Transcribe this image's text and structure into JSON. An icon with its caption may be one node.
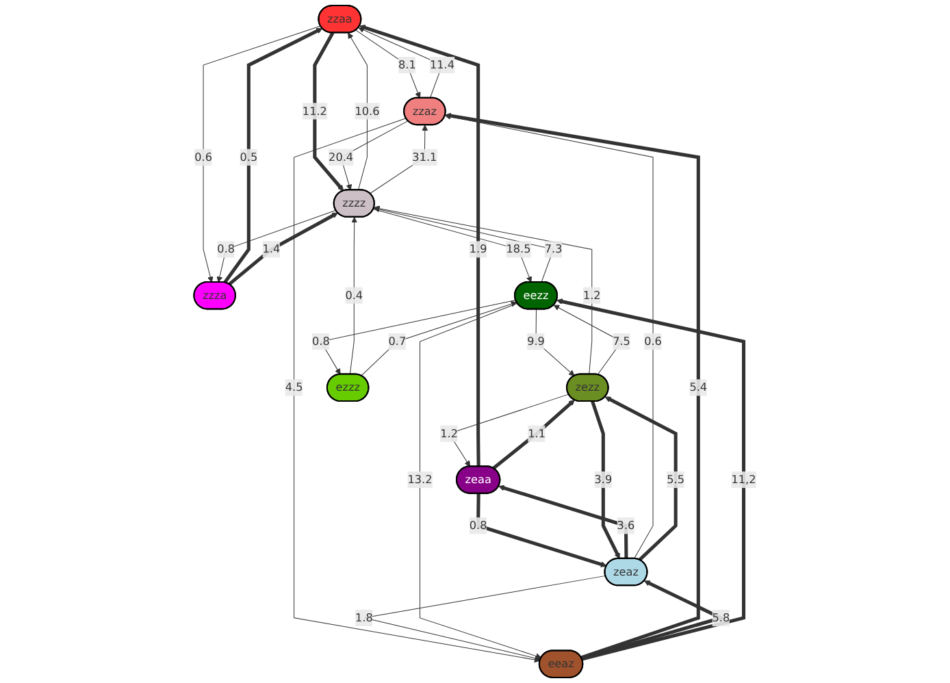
{
  "diagram": {
    "nodes": [
      {
        "text": [
          "zzaa"
        ]
      },
      {
        "text": [
          "zeaa"
        ]
      },
      {
        "text": [
          "zzaz"
        ]
      },
      {
        "text": [
          "zzza"
        ]
      },
      {
        "text": [
          "zeaz"
        ]
      },
      {
        "text": [
          "zzzz"
        ]
      },
      {
        "text": [
          "eeaz"
        ]
      },
      {
        "text": [
          "zezz"
        ]
      },
      {
        "text": [
          "ezzz"
        ]
      },
      {
        "text": [
          "eezz"
        ]
      }
    ],
    "edges": [
      {
        "from": 1,
        "to": 0,
        "arrow": "to",
        "label": "1.9",
        "style": "thick"
      },
      {
        "from": 2,
        "to": 0,
        "arrow": "to",
        "label": "11.4"
      },
      {
        "from": 0,
        "to": 2,
        "arrow": "to",
        "label": "8.1"
      },
      {
        "from": 3,
        "to": 0,
        "arrow": "to",
        "label": "0.5",
        "style": "thick"
      },
      {
        "from": 0,
        "to": 3,
        "arrow": "to",
        "label": "0.6"
      },
      {
        "from": 5,
        "to": 0,
        "arrow": "to",
        "label": "10.6"
      },
      {
        "from": 0,
        "to": 5,
        "arrow": "to",
        "label": "11.2",
        "style": "thick"
      },
      {
        "from": 5,
        "to": 3,
        "arrow": "to",
        "label": "0.8"
      },
      {
        "from": 3,
        "to": 5,
        "arrow": "to",
        "label": "1.4",
        "style": "thick"
      },
      {
        "from": 2,
        "to": 5,
        "arrow": "to",
        "label": "20.4"
      },
      {
        "from": 5,
        "to": 2,
        "arrow": "to",
        "label": "31.1"
      },
      {
        "from": 4,
        "to": 1,
        "arrow": "to",
        "label": "3.6",
        "style": "thick"
      },
      {
        "from": 1,
        "to": 4,
        "arrow": "to",
        "label": "0.8",
        "style": "thick"
      },
      {
        "from": 4,
        "to": 2,
        "arrow": "to",
        "label": "0.6"
      },
      {
        "from": 6,
        "to": 2,
        "arrow": "to",
        "label": "5.4",
        "style": "thick"
      },
      {
        "from": 2,
        "to": 6,
        "arrow": "to",
        "label": "4.5"
      },
      {
        "from": 7,
        "to": 1,
        "arrow": "to",
        "label": "1.2"
      },
      {
        "from": 1,
        "to": 7,
        "arrow": "to",
        "label": "1.1",
        "style": "thick"
      },
      {
        "from": 7,
        "to": 4,
        "arrow": "to",
        "label": "3.9",
        "style": "thick"
      },
      {
        "from": 4,
        "to": 7,
        "arrow": "to",
        "label": "5.5",
        "style": "thick"
      },
      {
        "from": 6,
        "to": 4,
        "arrow": "to",
        "label": "5.8",
        "style": "thick"
      },
      {
        "from": 4,
        "to": 6,
        "arrow": "to",
        "label": "1.8"
      },
      {
        "from": 7,
        "to": 5,
        "arrow": "to",
        "label": "1.2"
      },
      {
        "from": 9,
        "to": 7,
        "arrow": "to",
        "label": "9.9"
      },
      {
        "from": 7,
        "to": 9,
        "arrow": "to",
        "label": "7.5"
      },
      {
        "from": 9,
        "to": 6,
        "arrow": "to",
        "label": "13.2"
      },
      {
        "from": 6,
        "to": 9,
        "arrow": "to",
        "label": "11,2",
        "style": "thick"
      },
      {
        "from": 9,
        "to": 5,
        "arrow": "to",
        "label": "7.3"
      },
      {
        "from": 5,
        "to": 9,
        "arrow": "to",
        "label": "18.5"
      },
      {
        "from": 8,
        "to": 5,
        "arrow": "to",
        "label": "0.4"
      },
      {
        "from": 9,
        "to": 8,
        "arrow": "to",
        "label": "0.8"
      },
      {
        "from": 8,
        "to": 9,
        "arrow": "to",
        "label": "0.7"
      }
    ]
  }
}
